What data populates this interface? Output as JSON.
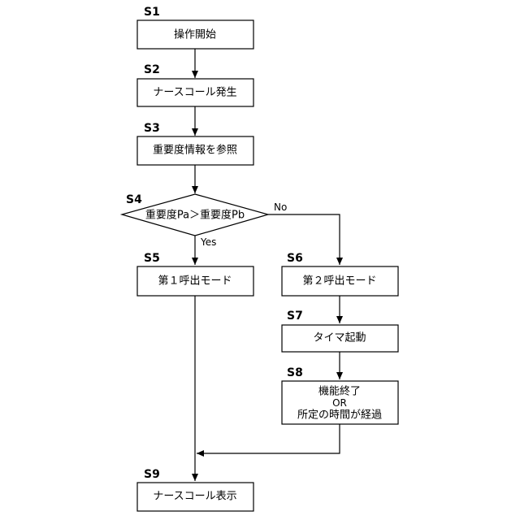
{
  "colors": {
    "stroke": "#000000",
    "fill": "#ffffff",
    "text": "#000000"
  },
  "steps": {
    "s1": {
      "id": "S1",
      "label": "操作開始"
    },
    "s2": {
      "id": "S2",
      "label": "ナースコール発生"
    },
    "s3": {
      "id": "S3",
      "label": "重要度情報を参照"
    },
    "s4": {
      "id": "S4",
      "label": "重要度Pa＞重要度Pb"
    },
    "s5": {
      "id": "S5",
      "label": "第１呼出モード"
    },
    "s6": {
      "id": "S6",
      "label": "第２呼出モード"
    },
    "s7": {
      "id": "S7",
      "label": "タイマ起動"
    },
    "s8": {
      "id": "S8",
      "line1": "機能終了",
      "line2": "OR",
      "line3": "所定の時間が経過"
    },
    "s9": {
      "id": "S9",
      "label": "ナースコール表示"
    }
  },
  "branches": {
    "yes": "Yes",
    "no": "No"
  }
}
